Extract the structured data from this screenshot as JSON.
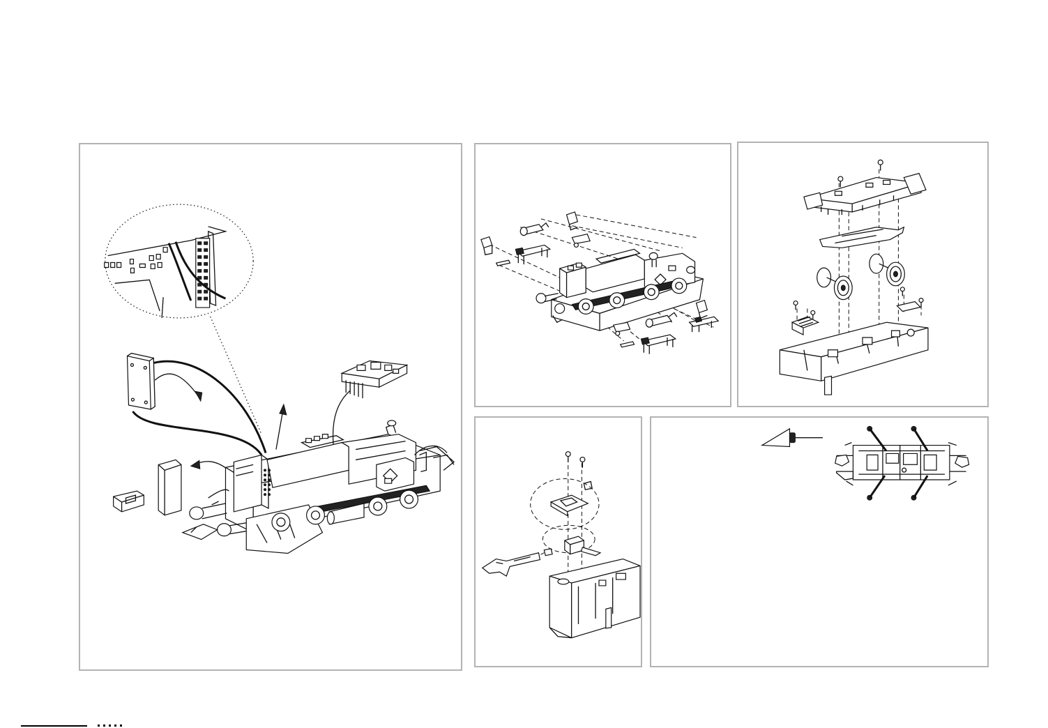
{
  "document": {
    "panels": [
      {
        "id": "decoder-installation",
        "labels": []
      },
      {
        "id": "lighting-boards-assembly",
        "labels": []
      },
      {
        "id": "wheelset-frame-assembly",
        "labels": []
      },
      {
        "id": "coupler-assembly",
        "labels": []
      },
      {
        "id": "lubrication-points",
        "labels": []
      }
    ],
    "icons": [
      "oil-can-icon",
      "arrow-icon",
      "screw-icon",
      "wheelset-icon",
      "decoder-icon"
    ],
    "colors": {
      "line": "#111111",
      "panel_border": "#b3b3b3",
      "background": "#ffffff"
    }
  }
}
